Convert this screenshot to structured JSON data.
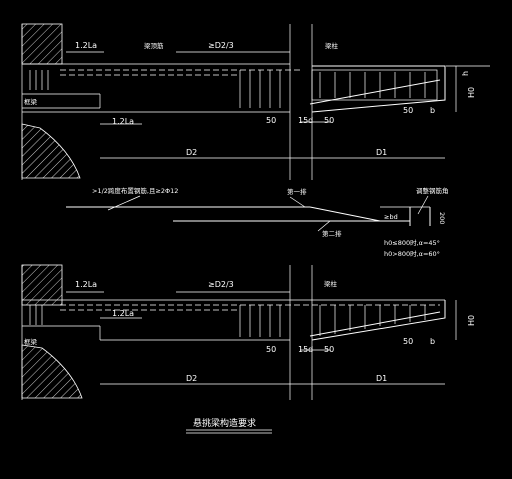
{
  "detail_top": {
    "anchor_len": "1.2La",
    "beam_bar_note": "梁顶筋",
    "span_ratio": "≥D2/3",
    "column": "梁柱",
    "bottom_anchor": "1.2La",
    "wall": "框梁",
    "dim_50_left": "50",
    "dim_15d": "15d",
    "dim_50_mid": "50",
    "dim_50_right": "50",
    "dim_b": "b",
    "D2": "D2",
    "D1": "D1",
    "h": "h",
    "H0": "H0"
  },
  "detail_middle": {
    "note_main": ">1/2跨度布置钢筋,且≥2Φ12",
    "first_row": "第一排",
    "second_row": "第二排",
    "right_note": "调整钢筋角",
    "dim_xbd": "≥bd",
    "dim_200": "200",
    "rule1": "h0≤800时,α=45°",
    "rule2": "h0>800时,α=60°"
  },
  "detail_bottom": {
    "anchor_len": "1.2La",
    "span_ratio": "≥D2/3",
    "bottom_anchor": "1.2La",
    "column": "梁柱",
    "wall": "框梁",
    "dim_50_left": "50",
    "dim_15d": "15d",
    "dim_50_mid": "50",
    "dim_50_right": "50",
    "dim_b": "b",
    "D2": "D2",
    "D1": "D1",
    "H0": "H0"
  },
  "caption": "悬挑梁构造要求"
}
